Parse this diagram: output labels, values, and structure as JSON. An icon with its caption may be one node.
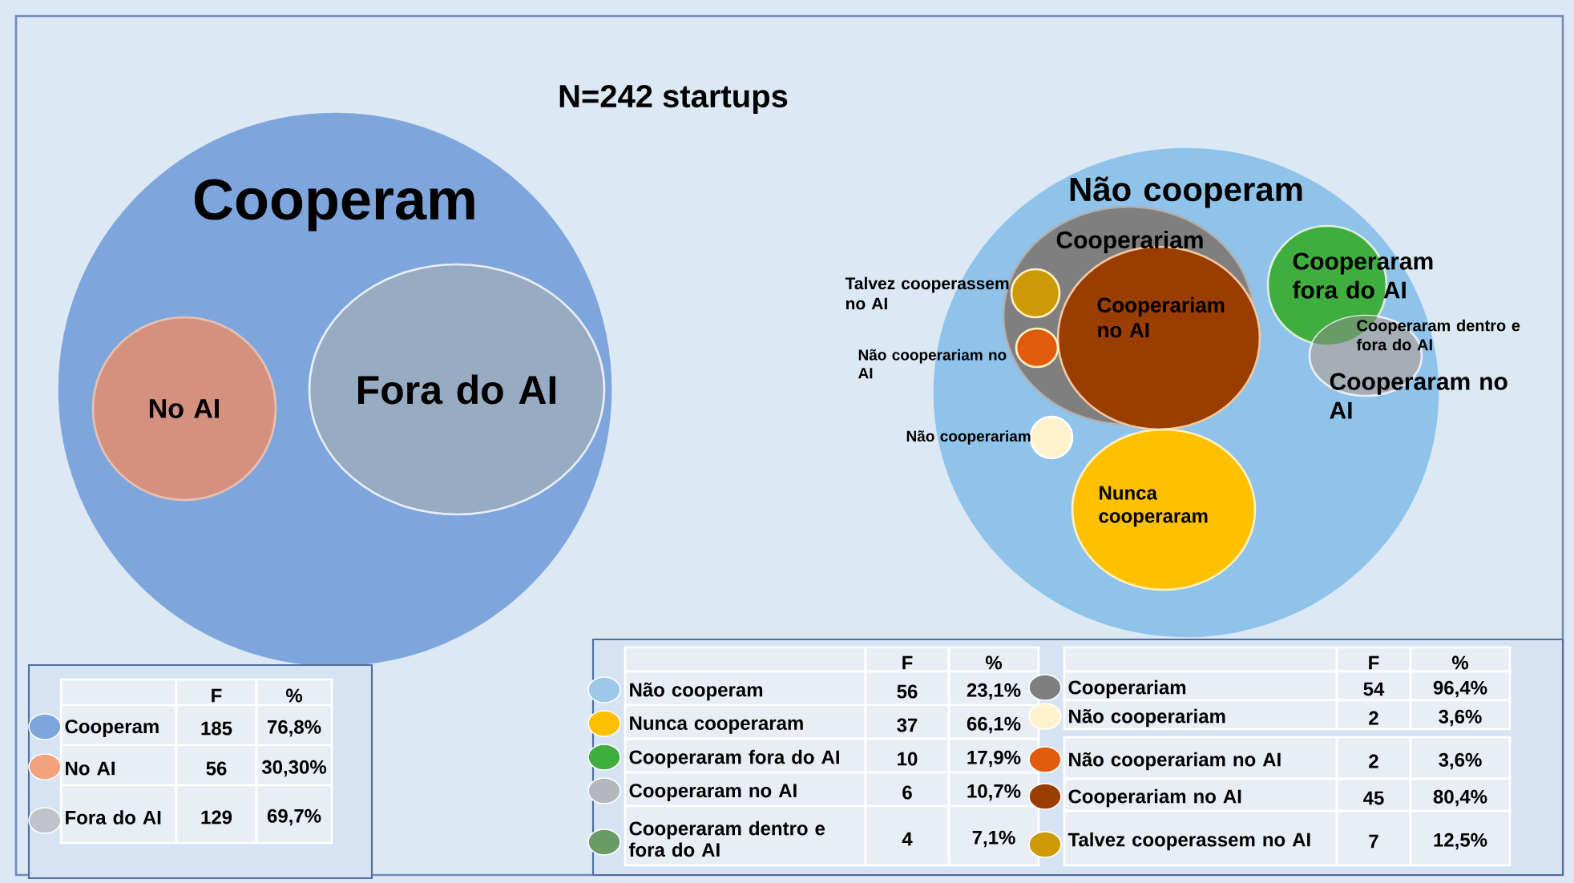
{
  "diagram": {
    "title": "N=242 startups",
    "nodes": [
      {
        "text": [
          "Cooperam"
        ]
      },
      {
        "text": [
          "No AI"
        ],
        "in": 0
      },
      {
        "text": [
          "Fora do AI"
        ],
        "in": 0
      },
      {
        "text": [
          "Não cooperam"
        ]
      },
      {
        "text": [
          "Cooperariam"
        ],
        "in": 3
      },
      {
        "text": [
          "Cooperariam no AI"
        ],
        "in": 4
      },
      {
        "text": [
          "Talvez cooperassem no AI"
        ],
        "in": 4
      },
      {
        "text": [
          "Não cooperariam no AI"
        ],
        "in": 4
      },
      {
        "text": [
          "Não cooperariam"
        ],
        "in": 3
      },
      {
        "text": [
          "Nunca cooperaram"
        ],
        "in": 3
      },
      {
        "text": [
          "Cooperaram fora do AI"
        ],
        "in": 3
      },
      {
        "text": [
          "Cooperaram no AI"
        ],
        "in": 3
      }
    ],
    "labels": [
      "Cooperaram dentro e fora do AI",
      "F",
      "%",
      "185",
      "76,8%",
      "56",
      "30,30%",
      "129",
      "69,7%",
      "F",
      "%",
      "56",
      "23,1%",
      "37",
      "66,1%",
      "10",
      "17,9%",
      "6",
      "10,7%",
      "4",
      "7,1%",
      "F",
      "%",
      "54",
      "96,4%",
      "2",
      "3,6%",
      "2",
      "3,6%",
      "45",
      "80,4%",
      "7",
      "12,5%"
    ],
    "legend": [
      {
        "text": "Cooperam",
        "color": "#7ea6dc"
      },
      {
        "text": "No AI",
        "color": "#f4a27e"
      },
      {
        "text": "Fora do AI",
        "color": "#c0c4c8"
      },
      {
        "text": "Não cooperam",
        "color": "#9dc8ea"
      },
      {
        "text": "Nunca cooperaram",
        "color": "#ffc000"
      },
      {
        "text": "Cooperaram fora do AI",
        "color": "#3fae3f"
      },
      {
        "text": "Cooperaram no AI",
        "color": "#b4b8bd"
      },
      {
        "text": "Cooperaram dentro e fora do AI",
        "color": "#6a9a66"
      },
      {
        "text": "Cooperariam",
        "color": "#7f7f7f"
      },
      {
        "text": "Não cooperariam",
        "color": "#fff2cc"
      },
      {
        "text": "Não cooperariam no AI",
        "color": "#e05b0b"
      },
      {
        "text": "Cooperariam no AI",
        "color": "#993d00"
      },
      {
        "text": "Talvez cooperassem no AI",
        "color": "#cc9a06"
      }
    ]
  }
}
